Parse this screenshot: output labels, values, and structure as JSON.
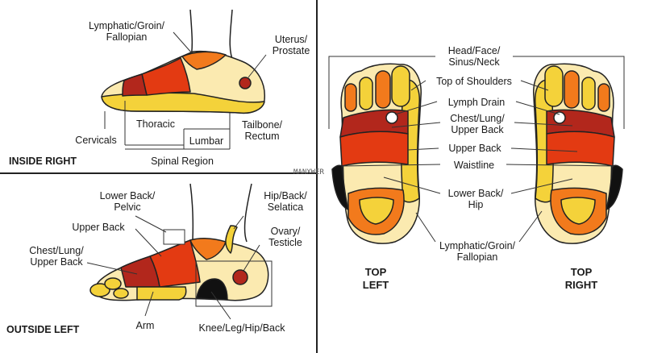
{
  "colors": {
    "dark_red": "#b2271c",
    "red": "#e33a12",
    "orange": "#f27a1c",
    "yellow": "#f4d23a",
    "pale": "#fbeab0",
    "outline": "#222222",
    "black": "#111111"
  },
  "inside_right": {
    "title": "INSIDE RIGHT",
    "labels": {
      "lymphatic": [
        "Lymphatic/Groin/",
        "Fallopian"
      ],
      "uterus": [
        "Uterus/",
        "Prostate"
      ],
      "thoracic": "Thoracic",
      "tailbone": [
        "Tailbone/",
        "Rectum"
      ],
      "cervicals": "Cervicals",
      "lumbar": "Lumbar",
      "spinal": "Spinal Region"
    }
  },
  "outside_left": {
    "title": "OUTSIDE LEFT",
    "labels": {
      "lower_back": [
        "Lower Back/",
        "Pelvic"
      ],
      "hip": [
        "Hip/Back/",
        "Selatica"
      ],
      "upper_back": "Upper Back",
      "ovary": [
        "Ovary/",
        "Testicle"
      ],
      "chest": [
        "Chest/Lung/",
        "Upper Back"
      ],
      "arm": "Arm",
      "knee": "Knee/Leg/Hip/Back"
    }
  },
  "top": {
    "labels": {
      "head": [
        "Head/Face/",
        "Sinus/Neck"
      ],
      "shoulders": "Top of Shoulders",
      "lymph": "Lymph Drain",
      "chest": [
        "Chest/Lung/",
        "Upper Back"
      ],
      "upper_back": "Upper Back",
      "waist": "Waistline",
      "lower_back": [
        "Lower Back/",
        "Hip"
      ],
      "lymphatic": [
        "Lymphatic/Groin/",
        "Fallopian"
      ]
    },
    "top_left": [
      "TOP",
      "LEFT"
    ],
    "top_right": [
      "TOP",
      "RIGHT"
    ]
  },
  "watermark": "MANXWER"
}
